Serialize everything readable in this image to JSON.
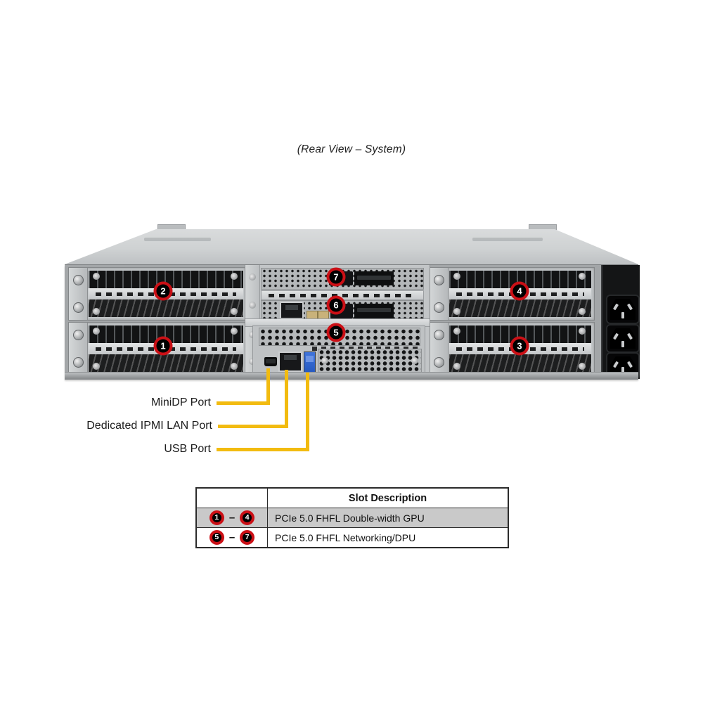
{
  "title": "(Rear View – System)",
  "callouts": {
    "c1": "1",
    "c2": "2",
    "c3": "3",
    "c4": "4",
    "c5": "5",
    "c6": "6",
    "c7": "7"
  },
  "port_labels": {
    "minidp": "MiniDP Port",
    "ipmi": "Dedicated IPMI LAN Port",
    "usb": "USB Port"
  },
  "table": {
    "header": "Slot Description",
    "rows": [
      {
        "from": "1",
        "dash": "–",
        "to": "4",
        "description": "PCIe 5.0 FHFL Double-width GPU"
      },
      {
        "from": "5",
        "dash": "–",
        "to": "7",
        "description": "PCIe 5.0 FHFL Networking/DPU"
      }
    ]
  },
  "colors": {
    "callout_ring": "#cb1016",
    "callout_fill": "#000000",
    "accent_line": "#f2bb10",
    "row_highlight": "#c9c9c9"
  }
}
